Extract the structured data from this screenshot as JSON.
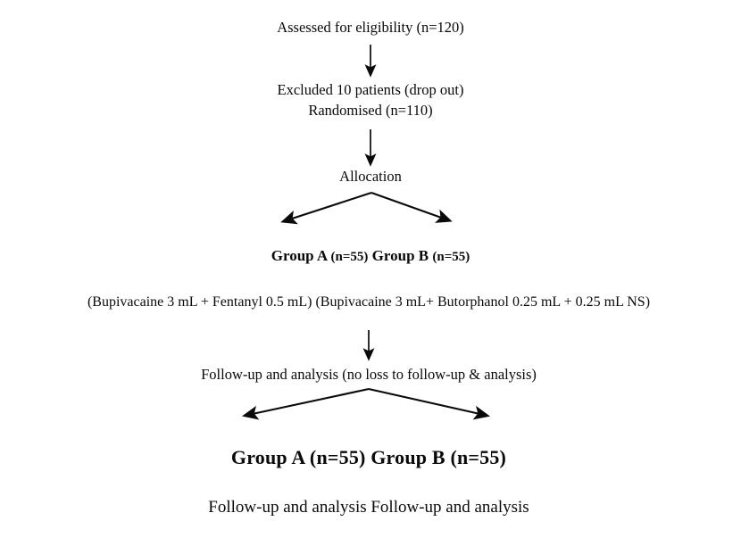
{
  "diagram": {
    "title_node": "Assessed for eligibility (n=120)",
    "nodes": {
      "assessed": "Assessed for eligibility (n=120)",
      "excluded": "Excluded 10 patients (drop out)",
      "randomised": "Randomised (n=110)",
      "allocation": "Allocation",
      "group_line_1": {
        "group_a_label": "Group A",
        "group_a_n": "(n=55)",
        "group_b_label": "Group B",
        "group_b_n": "(n=55)"
      },
      "drug_line": "(Bupivacaine 3 mL + Fentanyl 0.5 mL) (Bupivacaine 3 mL+ Butorphanol 0.25 mL + 0.25 mL NS)",
      "followup_1": "Follow-up and analysis (no loss to follow-up & analysis)",
      "group_line_2": "Group A (n=55) Group B (n=55)",
      "followup_2": "Follow-up and analysis Follow-up and analysis"
    },
    "connectors": [
      {
        "name": "arrow-assessed-to-excluded",
        "type": "vertical-arrow"
      },
      {
        "name": "arrow-randomised-to-allocation",
        "type": "vertical-arrow"
      },
      {
        "name": "arrow-allocation-split",
        "type": "branch-arrow"
      },
      {
        "name": "arrow-drugs-to-followup",
        "type": "vertical-arrow"
      },
      {
        "name": "arrow-followup-split",
        "type": "branch-arrow"
      }
    ],
    "colors": {
      "background": "#ffffff",
      "text": "#0a0a0a",
      "stroke": "#0a0a0a"
    }
  }
}
